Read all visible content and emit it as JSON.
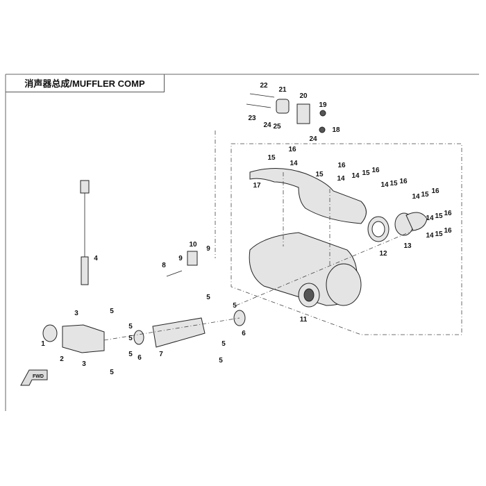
{
  "title": "消声器总成/MUFFLER COMP",
  "fwd_label": "FWD",
  "callouts": [
    "1",
    "2",
    "3",
    "3",
    "4",
    "5",
    "5",
    "5",
    "5",
    "5",
    "5",
    "5",
    "5",
    "5",
    "6",
    "6",
    "7",
    "8",
    "9",
    "9",
    "10",
    "11",
    "12",
    "13",
    "14",
    "14",
    "14",
    "14",
    "14",
    "14",
    "14",
    "15",
    "15",
    "15",
    "15",
    "15",
    "15",
    "15",
    "16",
    "16",
    "16",
    "16",
    "16",
    "16",
    "16",
    "17",
    "18",
    "19",
    "20",
    "21",
    "22",
    "23",
    "24",
    "24",
    "25"
  ]
}
